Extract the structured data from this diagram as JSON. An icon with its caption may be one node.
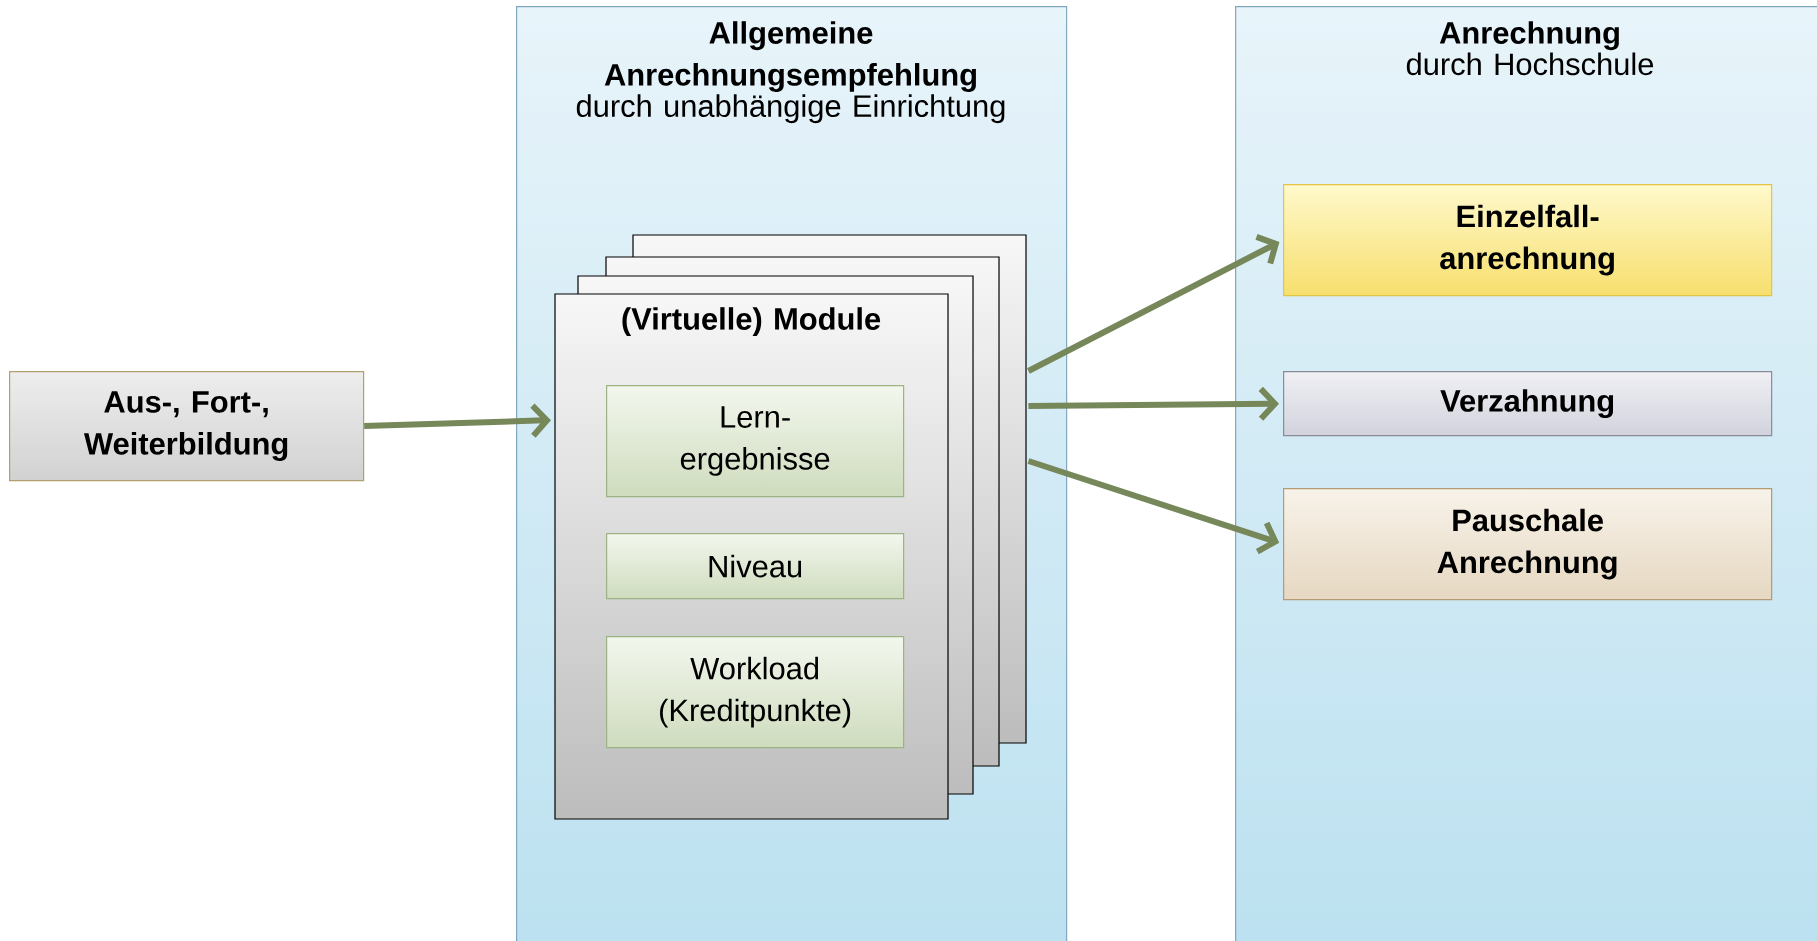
{
  "diagram": {
    "nodes": [
      {
        "text": [
          "Aus-, Fort-, Weiterbildung"
        ]
      },
      {
        "text": [
          "Allgemeine Anrechnungsempfehlung",
          "durch unabhängige Einrichtung"
        ]
      },
      {
        "text": [
          "(Virtuelle) Module"
        ],
        "in": 1
      },
      {
        "text": [
          "Lern- ergebnisse"
        ],
        "in": 2
      },
      {
        "text": [
          "Niveau"
        ],
        "in": 2
      },
      {
        "text": [
          "Workload (Kreditpunkte)"
        ],
        "in": 2
      },
      {
        "text": [
          "Anrechnung",
          "durch Hochschule"
        ]
      },
      {
        "text": [
          "Einzelfall- anrechnung"
        ],
        "in": 6
      },
      {
        "text": [
          "Verzahnung"
        ],
        "in": 6
      },
      {
        "text": [
          "Pauschale Anrechnung"
        ],
        "in": 6
      }
    ],
    "edges": [
      {
        "from": 0,
        "to": 2,
        "arrow": "to"
      },
      {
        "from": 2,
        "to": 7,
        "arrow": "to"
      },
      {
        "from": 2,
        "to": 8,
        "arrow": "to"
      },
      {
        "from": 2,
        "to": 9,
        "arrow": "to"
      }
    ]
  }
}
